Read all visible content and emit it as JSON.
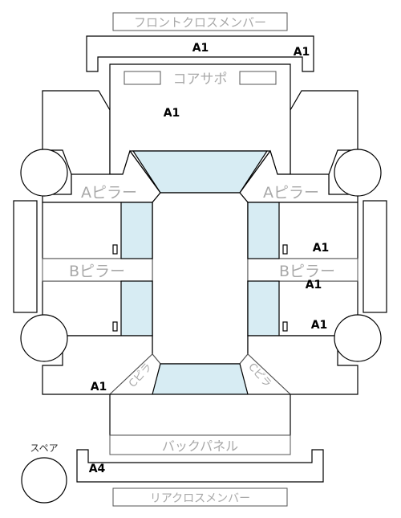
{
  "labels": {
    "front_cross_member": "フロントクロスメンバー",
    "core_support": "コアサポ",
    "a_pillar_left": "Aピラー",
    "a_pillar_right": "Aピラー",
    "b_pillar_left": "Bピラー",
    "b_pillar_right": "Bピラー",
    "back_panel": "バックパネル",
    "rear_cross_member": "リアクロスメンバー",
    "c_pillar_left": "Cピラ",
    "c_pillar_right": "Cピラ",
    "spare": "スペア"
  },
  "marks": {
    "front_member": "A1",
    "front_member_corner": "A1",
    "hood": "A1",
    "right_door_upper": "A1",
    "right_b_pillar": "A1",
    "right_door_lower": "A1",
    "rear_left": "A1",
    "trunk_floor": "A4"
  },
  "colors": {
    "glass": "#d7ecf3",
    "label_gray": "#a8a8a8"
  }
}
